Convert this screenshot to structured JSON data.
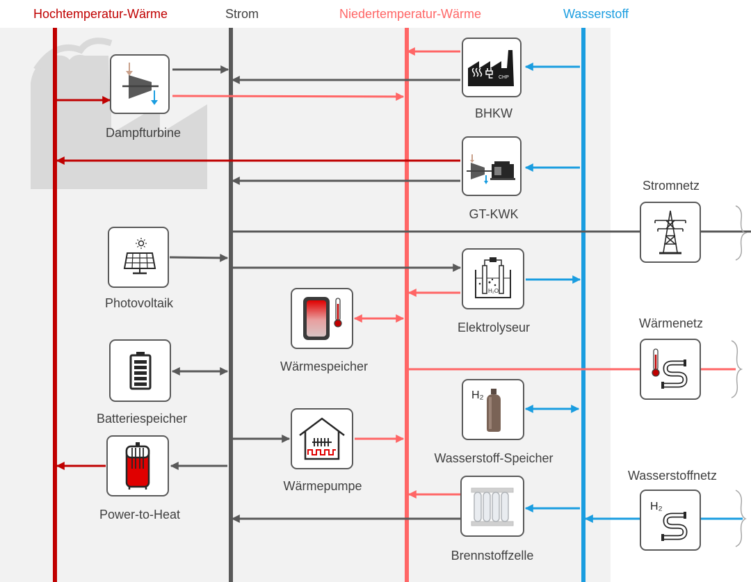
{
  "headers": {
    "high_temp_heat": "Hochtemperatur-Wärme",
    "power": "Strom",
    "low_temp_heat": "Niedertemperatur-Wärme",
    "hydrogen": "Wasserstoff"
  },
  "components": {
    "steam_turbine": "Dampfturbine",
    "chp": "BHKW",
    "chp_icon_text": "CHP",
    "gas_turbine_chp": "GT-KWK",
    "photovoltaics": "Photovoltaik",
    "electrolyzer": "Elektrolyseur",
    "electrolyzer_icon_text": "H₂O",
    "heat_storage": "Wärmespeicher",
    "battery_storage": "Batteriespeicher",
    "hydrogen_storage": "Wasserstoff-Speicher",
    "hydrogen_storage_icon_text": "H₂",
    "heat_pump": "Wärmepumpe",
    "power_to_heat": "Power-to-Heat",
    "fuel_cell": "Brennstoffzelle"
  },
  "networks": {
    "power_grid": "Stromnetz",
    "heat_grid": "Wärmenetz",
    "hydrogen_grid": "Wasserstoffnetz",
    "hydrogen_grid_icon_text": "H₂"
  },
  "colors": {
    "high_temp": "#c00000",
    "power": "#595959",
    "low_temp": "#ff6666",
    "hydrogen": "#1a9de0"
  }
}
